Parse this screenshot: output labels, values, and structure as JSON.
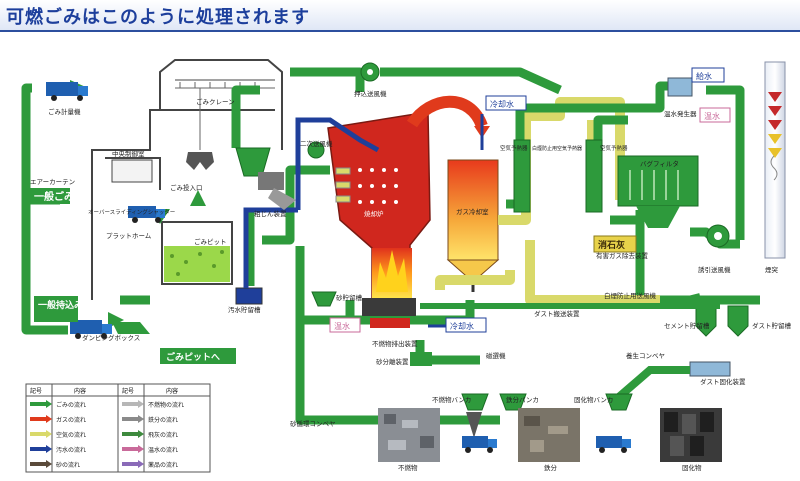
{
  "title": "可燃ごみはこのように処理されます",
  "labels": {
    "weigh_station": "ごみ計量機",
    "central_control": "中央制御室",
    "air_curtain": "エアーカーテン",
    "general_waste": "一般ごみ",
    "overhead_shutter": "オーバースライディングシャッター",
    "platform": "プラットホーム",
    "brought_waste": "一般持込みごみ",
    "dumping_box": "ダンピングボックス",
    "to_pit": "ごみピットへ",
    "waste_crane": "ごみクレーン",
    "hopper": "ごみ投入口",
    "waste_pit": "ごみピット",
    "sewage_tank": "汚水貯留槽",
    "crusher": "粗じん装置",
    "secondary_fan": "二次送風機",
    "incinerator": "焼却炉",
    "push_fan": "押込送風機",
    "gas_cooler": "ガス冷却室",
    "cooling_water": "冷却水",
    "air_preheater": "空気予熱器",
    "smoke_preheater": "白煙防止用空気予熱器",
    "air_heater2": "空気予熱器",
    "water_feed": "給水",
    "exhaust_gen": "温水発生器",
    "hot_water": "温水",
    "bag_filter": "バグフィルタ",
    "slaked_lime": "消石灰",
    "harmful_gas": "有害ガス除去装置",
    "smoke_fan": "白煙防止用送風機",
    "induced_fan": "誘引送風機",
    "chimney": "煙突",
    "sand_tank": "砂貯留槽",
    "hot_water2": "温水",
    "cooling_water2": "冷却水",
    "residue_outlet": "不燃物排出装置",
    "sand_separator": "砂分離装置",
    "dust_conveyor": "ダスト搬送装置",
    "cement_tank": "セメント貯留槽",
    "dust_tank": "ダスト貯留槽",
    "solidifier": "ダスト固化装置",
    "curing_conveyor": "養生コンベヤ",
    "magnet": "磁選機",
    "residue_hopper": "不燃物バンカ",
    "iron_hopper": "鉄分バンカ",
    "solid_hopper": "固化物バンカ",
    "sand_conveyor": "砂循環コンベヤ",
    "photo_residue": "不燃物",
    "photo_iron": "鉄分",
    "photo_solid": "固化物"
  },
  "legend": {
    "headers": [
      "記号",
      "内容",
      "記号",
      "内容"
    ],
    "rows": [
      [
        "ごみの流れ",
        "不燃物の流れ"
      ],
      [
        "ガスの流れ",
        "鉄分の流れ"
      ],
      [
        "空気の流れ",
        "飛灰の流れ"
      ],
      [
        "汚水の流れ",
        "温水の流れ"
      ],
      [
        "砂の流れ",
        "薬品の流れ"
      ]
    ]
  },
  "colors": {
    "green": "#2e9a3c",
    "gas": "#e03a1c",
    "air": "#d9d96a",
    "sewage": "#1f3f9a",
    "sand": "#5a4a3a",
    "residue": "#b7b7b7",
    "iron": "#8a8a8a",
    "fly_ash": "#3d8a3d",
    "hot_water": "#c96a9a",
    "chemical": "#8a6ab8"
  }
}
